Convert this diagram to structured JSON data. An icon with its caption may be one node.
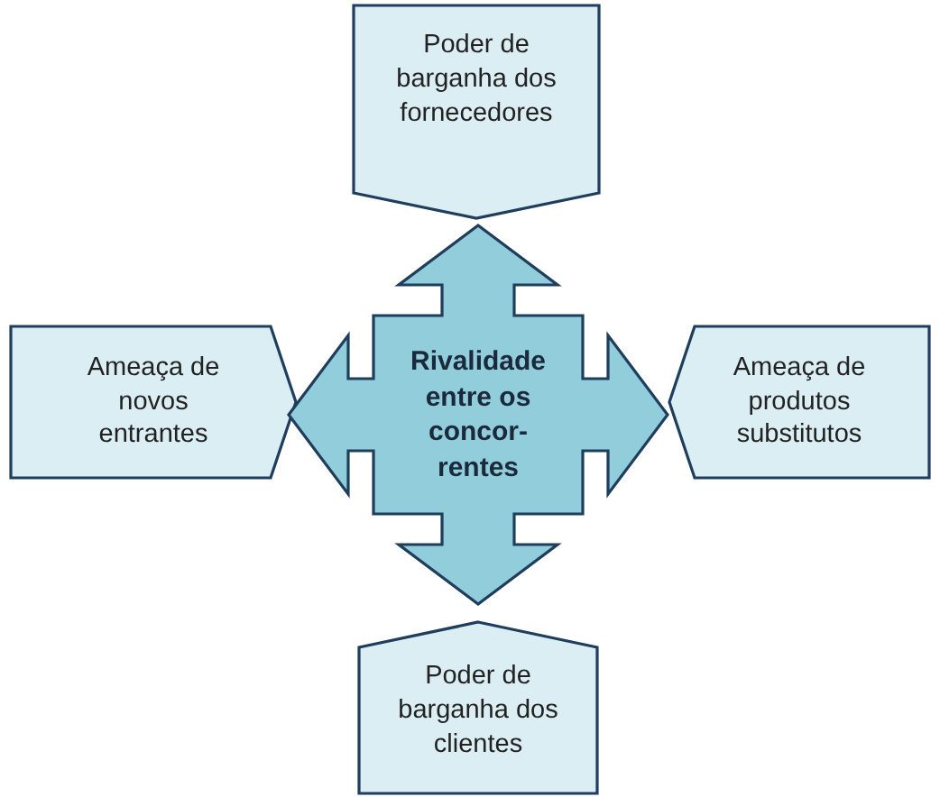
{
  "diagram": {
    "nodes": [
      {
        "text": [
          "Poder de barganha dos fornecedores"
        ]
      },
      {
        "text": [
          "Ameaça de novos entrantes"
        ]
      },
      {
        "text": [
          "Rivalidade entre os concor- rentes"
        ]
      },
      {
        "text": [
          "Ameaça de produtos substitutos"
        ]
      },
      {
        "text": [
          "Poder de barganha dos clientes"
        ]
      }
    ]
  }
}
